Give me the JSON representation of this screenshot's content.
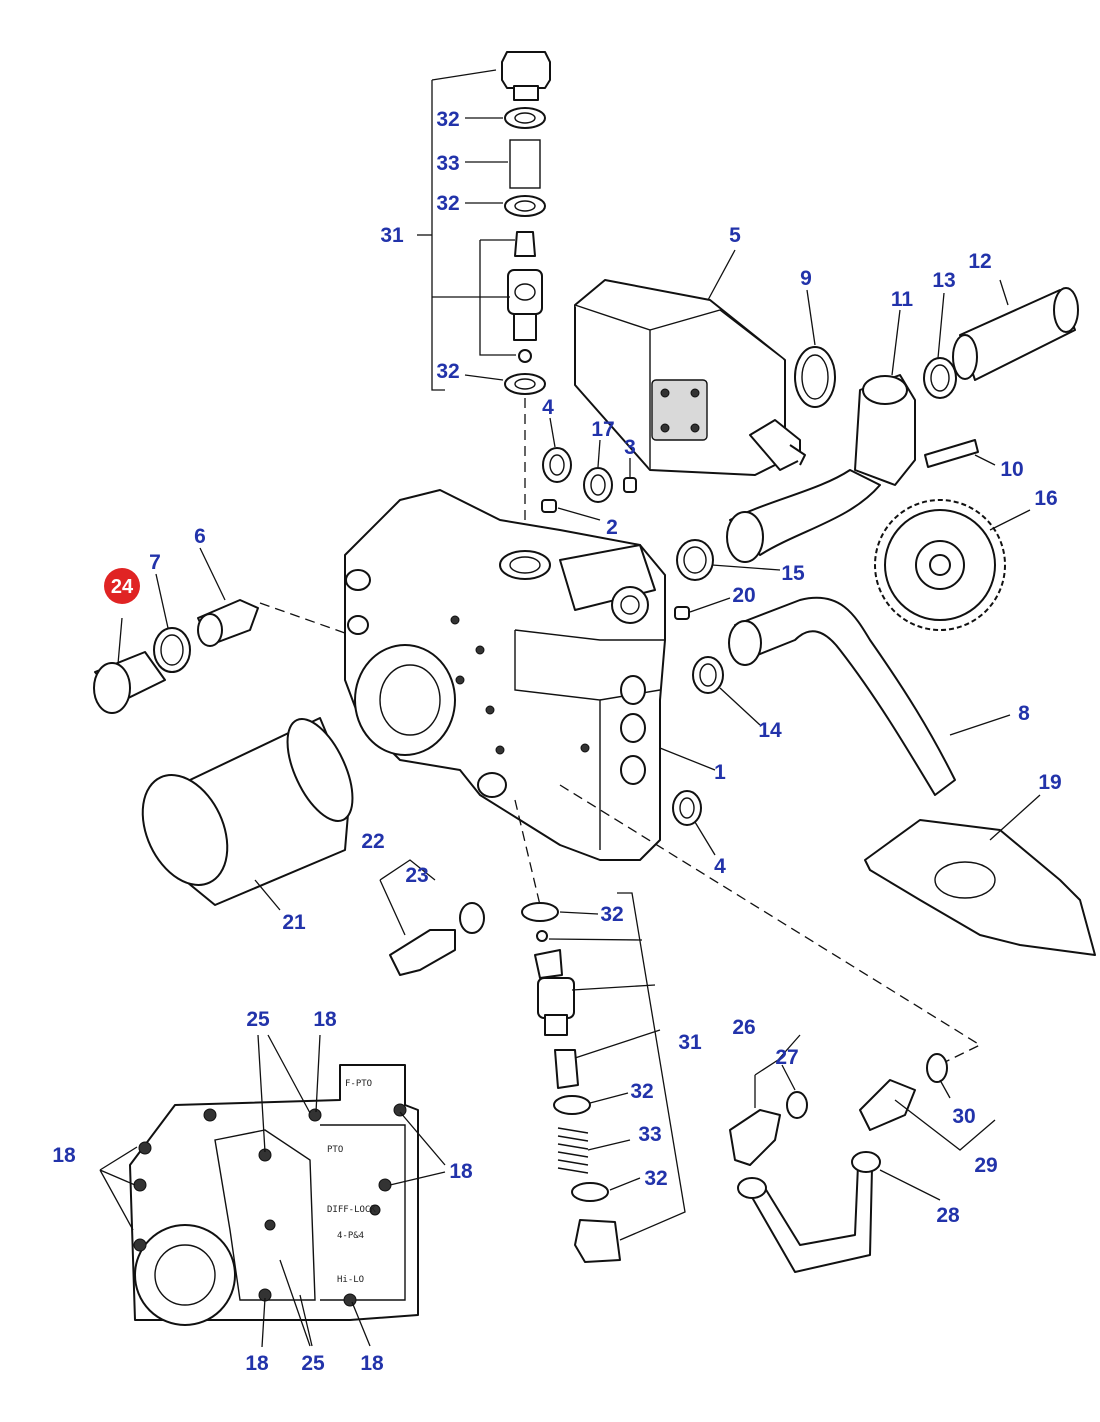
{
  "highlighted_part": "24",
  "colors": {
    "callout": "#2233aa",
    "highlight": "#e02424",
    "line": "#111111"
  },
  "callouts": {
    "c1": "1",
    "c2": "2",
    "c3": "3",
    "c4a": "4",
    "c4b": "4",
    "c5": "5",
    "c6": "6",
    "c7": "7",
    "c8": "8",
    "c9": "9",
    "c10": "10",
    "c11": "11",
    "c12": "12",
    "c13": "13",
    "c14": "14",
    "c15": "15",
    "c16": "16",
    "c17": "17",
    "c19": "19",
    "c20": "20",
    "c21": "21",
    "c22": "22",
    "c23": "23",
    "c26": "26",
    "c27": "27",
    "c28": "28",
    "c29": "29",
    "c30": "30",
    "c31a": "31",
    "c31b": "31",
    "c32a": "32",
    "c32b": "32",
    "c32c": "32",
    "c32d": "32",
    "c32e": "32",
    "c32f": "32",
    "c33a": "33",
    "c33b": "33"
  },
  "inset_callouts": {
    "c18a": "18",
    "c18b": "18",
    "c18c": "18",
    "c18d": "18",
    "c18e": "18",
    "c25a": "25",
    "c25b": "25"
  },
  "inset_labels": [
    "F-PTO",
    "PTO",
    "DIFF-LOCK",
    "4-P&4",
    "Hi-LO"
  ]
}
